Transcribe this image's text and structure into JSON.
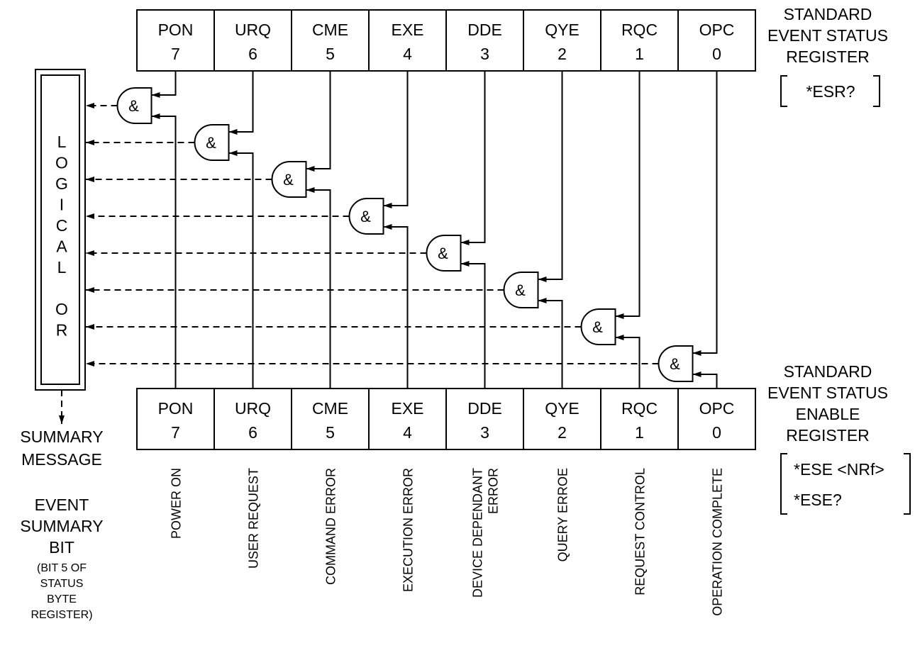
{
  "registers": {
    "status": {
      "title": [
        "STANDARD",
        "EVENT STATUS",
        "REGISTER"
      ],
      "query": "*ESR?"
    },
    "enable": {
      "title": [
        "STANDARD",
        "EVENT STATUS",
        "ENABLE",
        "REGISTER"
      ],
      "commands": [
        "*ESE <NRf>",
        "*ESE?"
      ]
    }
  },
  "bits": [
    {
      "mnemonic": "PON",
      "bit": "7",
      "description": [
        "POWER ON"
      ]
    },
    {
      "mnemonic": "URQ",
      "bit": "6",
      "description": [
        "USER REQUEST"
      ]
    },
    {
      "mnemonic": "CME",
      "bit": "5",
      "description": [
        "COMMAND ERROR"
      ]
    },
    {
      "mnemonic": "EXE",
      "bit": "4",
      "description": [
        "EXECUTION ERROR"
      ]
    },
    {
      "mnemonic": "DDE",
      "bit": "3",
      "description": [
        "DEVICE DEPENDANT",
        "ERROR"
      ]
    },
    {
      "mnemonic": "QYE",
      "bit": "2",
      "description": [
        "QUERY ERROE"
      ]
    },
    {
      "mnemonic": "RQC",
      "bit": "1",
      "description": [
        "REQUEST CONTROL"
      ]
    },
    {
      "mnemonic": "OPC",
      "bit": "0",
      "description": [
        "OPERATION COMPLETE"
      ]
    }
  ],
  "gate_symbol": "&",
  "logical_or_letters": [
    "L",
    "O",
    "G",
    "I",
    "C",
    "A",
    "L",
    "",
    "O",
    "R"
  ],
  "summary_message": [
    "SUMMARY",
    "MESSAGE"
  ],
  "event_summary": [
    "EVENT",
    "SUMMARY",
    "BIT"
  ],
  "event_summary_note": [
    "(BIT 5 OF",
    "STATUS",
    "BYTE",
    "REGISTER)"
  ]
}
